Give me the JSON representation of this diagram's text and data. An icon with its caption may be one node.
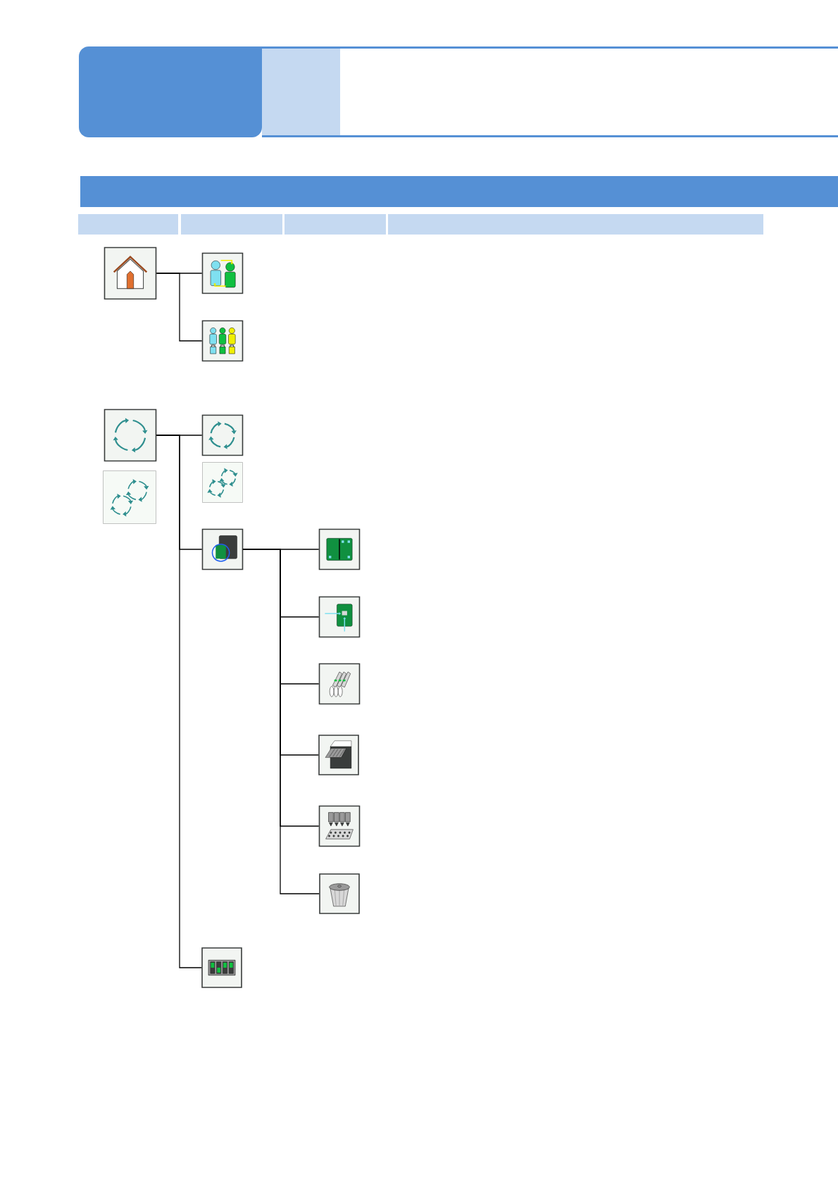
{
  "diagram": {
    "nodes": [
      {
        "text": [],
        "shape": "picture"
      },
      {
        "text": [],
        "shape": "picture"
      },
      {
        "text": [],
        "shape": "picture"
      },
      {
        "text": [],
        "shape": "picture"
      },
      {
        "text": [],
        "shape": "picture"
      },
      {
        "text": [],
        "shape": "picture"
      },
      {
        "text": [],
        "shape": "picture"
      },
      {
        "text": [],
        "shape": "picture"
      },
      {
        "text": [],
        "shape": "picture"
      },
      {
        "text": [],
        "shape": "picture"
      },
      {
        "text": [],
        "shape": "picture"
      },
      {
        "text": [],
        "shape": "picture"
      },
      {
        "text": [],
        "shape": "picture"
      },
      {
        "text": [],
        "shape": "picture"
      },
      {
        "text": [],
        "shape": "picture"
      }
    ],
    "edges": [
      {
        "from": 0,
        "to": 1,
        "arrow": "none"
      },
      {
        "from": 0,
        "to": 2,
        "arrow": "none"
      },
      {
        "from": 3,
        "to": 5,
        "arrow": "none"
      },
      {
        "from": 3,
        "to": 7,
        "arrow": "none"
      },
      {
        "from": 3,
        "to": 14,
        "arrow": "none"
      },
      {
        "from": 7,
        "to": 8,
        "arrow": "none"
      },
      {
        "from": 7,
        "to": 9,
        "arrow": "none"
      },
      {
        "from": 7,
        "to": 10,
        "arrow": "none"
      },
      {
        "from": 7,
        "to": 11,
        "arrow": "none"
      },
      {
        "from": 7,
        "to": 12,
        "arrow": "none"
      },
      {
        "from": 7,
        "to": 13,
        "arrow": "none"
      }
    ]
  }
}
